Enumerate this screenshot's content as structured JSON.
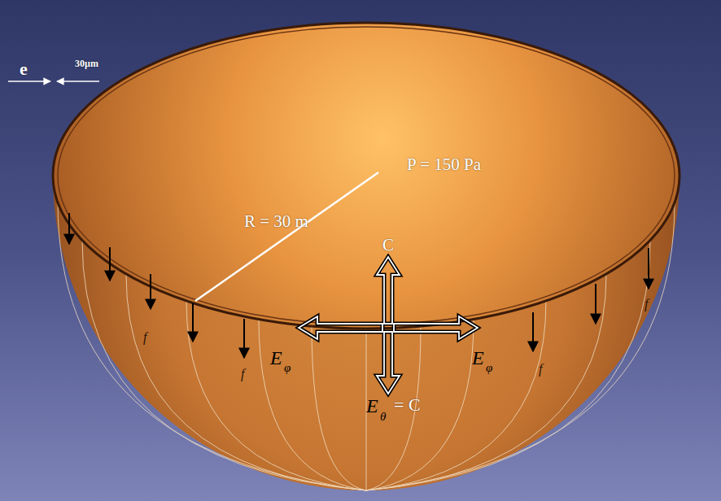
{
  "diagram": {
    "labels": [
      "e",
      "30µm",
      "P = 150 Pa",
      "R = 30 m",
      "C",
      "E",
      "φ",
      "E",
      "φ",
      "E",
      "θ",
      "= C",
      "f",
      "f",
      "f",
      "f"
    ]
  }
}
